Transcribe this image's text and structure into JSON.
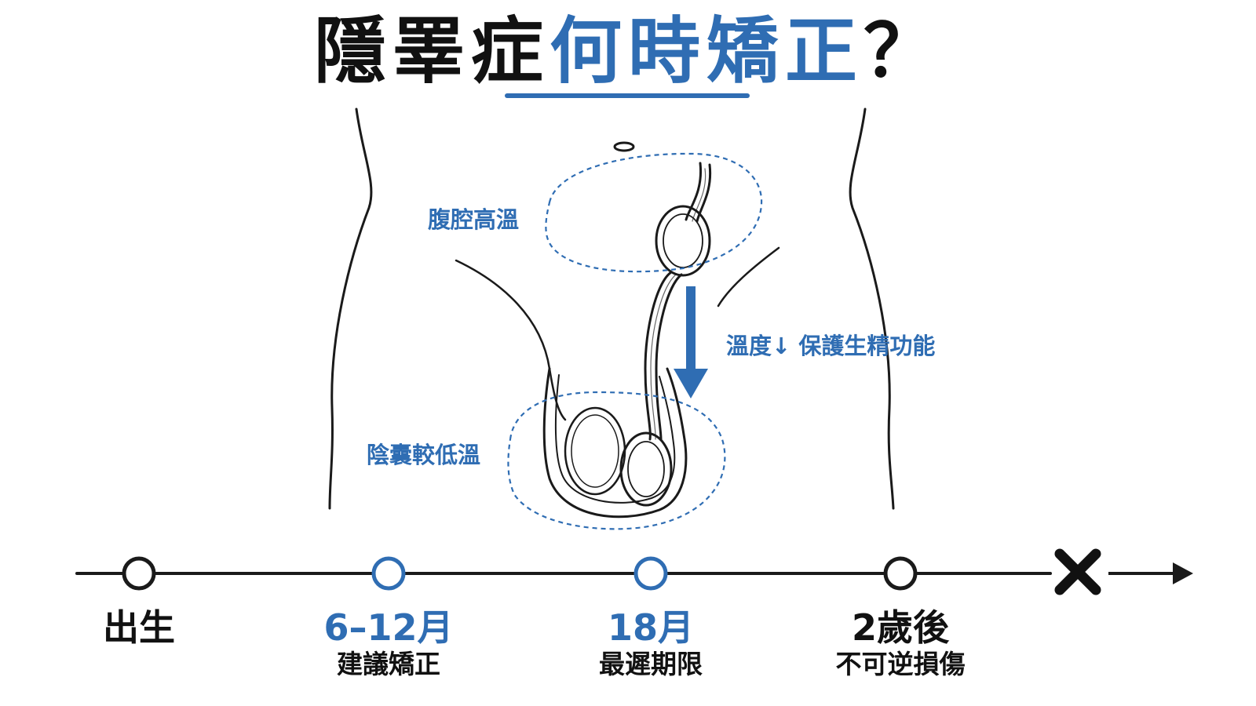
{
  "title": {
    "part1": "隱睪症",
    "part2": "何時矯正",
    "part3": "？"
  },
  "annotations": {
    "abdomen": "腹腔高溫",
    "scrotum": "陰囊較低溫",
    "arrow_note": "溫度↓ 保護生精功能"
  },
  "timeline": [
    {
      "main": "出生",
      "sub": "",
      "highlight": false
    },
    {
      "main": "6–12月",
      "sub": "建議矯正",
      "highlight": true
    },
    {
      "main": "18月",
      "sub": "最遲期限",
      "highlight": true
    },
    {
      "main": "2歲後",
      "sub": "不可逆損傷",
      "highlight": false
    }
  ],
  "colors": {
    "accent": "#2f6db3",
    "ink": "#111111",
    "outline": "#1a1a1a"
  },
  "icons": {
    "end_mark": "x-mark-icon",
    "arrow": "arrow-right-icon",
    "down_arrow": "arrow-down-icon"
  }
}
